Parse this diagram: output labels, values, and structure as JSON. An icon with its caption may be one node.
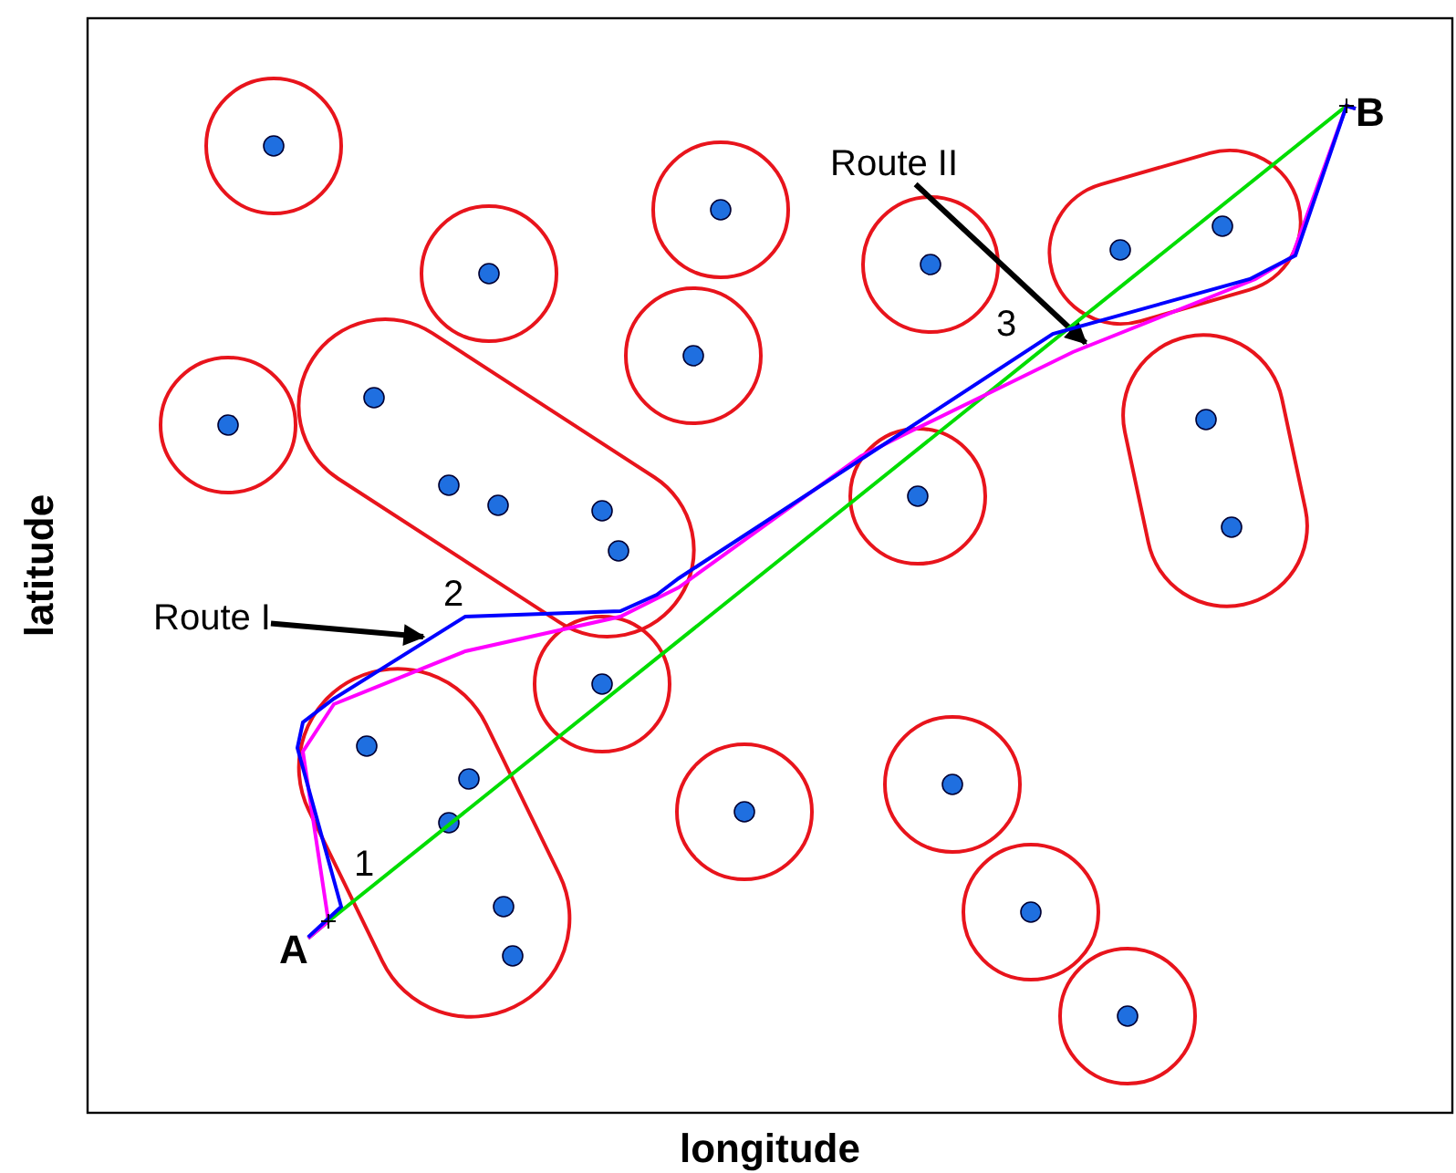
{
  "diagram": {
    "nodes": [
      {
        "text": [
          "B"
        ]
      },
      {
        "text": [
          "Route II"
        ]
      },
      {
        "text": [
          "Route I"
        ]
      },
      {
        "text": [
          "A"
        ]
      }
    ],
    "edges": [
      {
        "from": 1,
        "to": null,
        "arrow": "to"
      },
      {
        "from": 2,
        "to": null,
        "arrow": "to"
      },
      {
        "from": 3,
        "to": 0,
        "arrow": "none",
        "color": "#00dd00"
      },
      {
        "from": 3,
        "to": 0,
        "arrow": "none",
        "color": "#ff00ff"
      },
      {
        "from": 3,
        "to": 0,
        "arrow": "none",
        "color": "#0000ff"
      }
    ],
    "labels": [
      "3",
      "latitude",
      "2",
      "1",
      "longitude"
    ]
  }
}
